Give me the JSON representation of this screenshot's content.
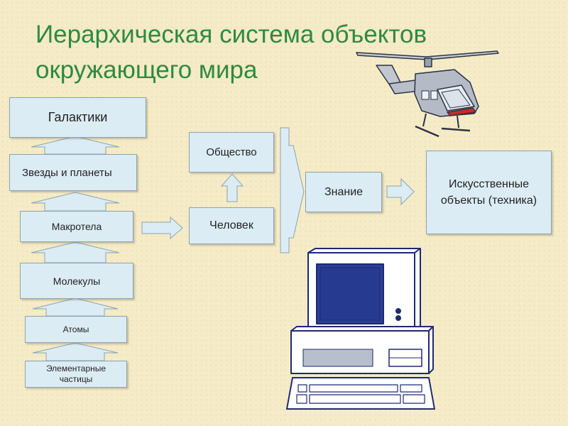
{
  "title": {
    "line1": "Иерархическая система объектов",
    "line2": "окружающего мира"
  },
  "hierarchy": {
    "galaxies": "Галактики",
    "stars_planets": "Звезды и планеты",
    "macrobodies": "Макротела",
    "molecules": "Молекулы",
    "atoms": "Атомы",
    "elementary_particles": "Элементарные частицы"
  },
  "society": "Общество",
  "person": "Человек",
  "knowledge": "Знание",
  "artificial_objects": "Искусственные объекты (техника)",
  "colors": {
    "title": "#2f8a3f",
    "box_fill": "#dcecf4",
    "box_border": "#8aa4b0",
    "monitor_screen": "#2a3f9a",
    "background": "#f5ebc6"
  },
  "icons": [
    "helicopter-icon",
    "computer-icon"
  ]
}
